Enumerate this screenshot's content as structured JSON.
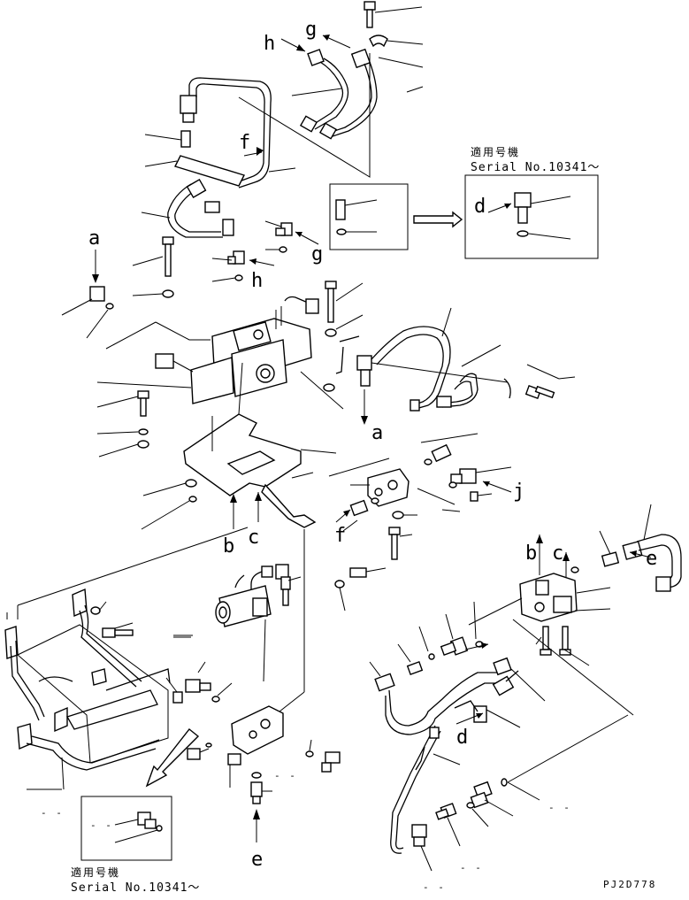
{
  "labels": {
    "h_top": "h",
    "g_top": "g",
    "f": "f",
    "d_box": "d",
    "a_left": "a",
    "g_mid": "g",
    "h_mid": "h",
    "a_right": "a",
    "b_left": "b",
    "c_left": "c",
    "f_low": "f",
    "j": "j",
    "b_right": "b",
    "c_right": "c",
    "e_right": "e",
    "d_low": "d",
    "e_low": "e"
  },
  "inset_top": {
    "jp": "適用号機",
    "serial": "Serial No.10341～"
  },
  "inset_bottom": {
    "jp": "適用号機",
    "serial": "Serial No.10341～"
  },
  "drawing_code": "PJ2D778",
  "dashes": [
    "- -",
    "- -",
    "- -",
    "- -",
    "- -",
    "- -"
  ]
}
